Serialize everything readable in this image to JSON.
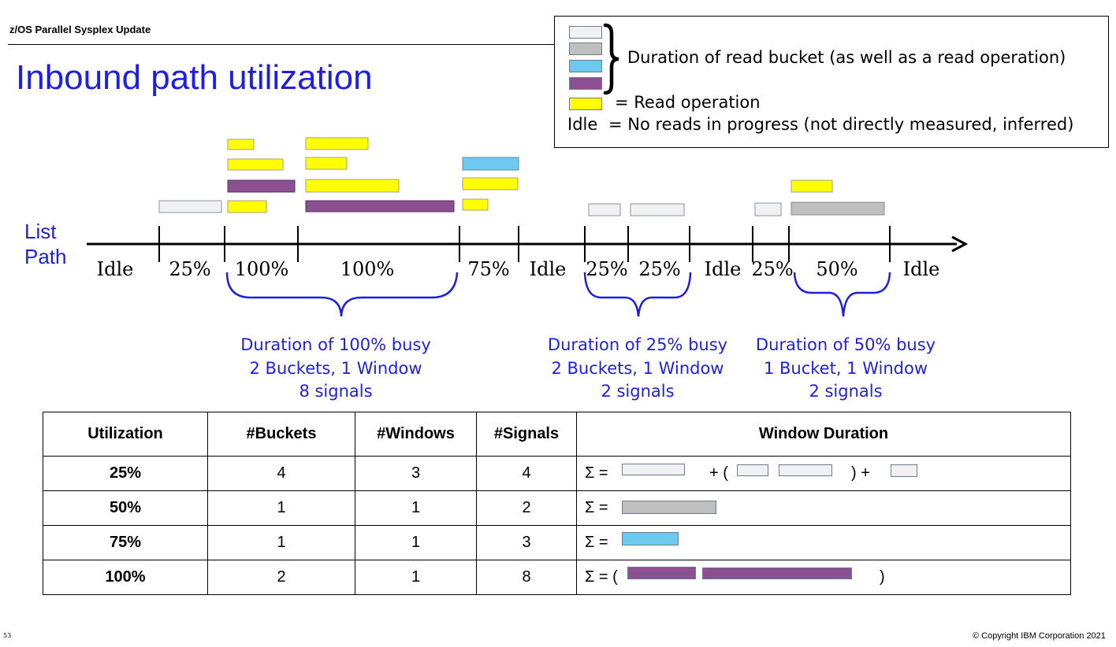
{
  "header": {
    "title": "z/OS Parallel Sysplex Update"
  },
  "slide": {
    "title": "Inbound path utilization"
  },
  "colors": {
    "empty_bucket": "#eff1f3",
    "gray_bucket": "#bfbfbf",
    "blue_bucket": "#6ec9f0",
    "purple_bucket": "#8c4f92",
    "read_operation": "#ffff00",
    "accent_blue": "#1f1fe0"
  },
  "legend": {
    "bucket_text": "Duration of read bucket (as well as a read operation)",
    "read_prefix": "= ",
    "read_text": "Read operation",
    "idle_key": "Idle",
    "idle_text": "= No reads in progress (not directly measured, inferred)"
  },
  "timeline": {
    "axis_label": [
      "List",
      "Path"
    ],
    "segments": [
      "Idle",
      "25%",
      "100%",
      "100%",
      "75%",
      "Idle",
      "25%",
      "25%",
      "Idle",
      "25%",
      "50%",
      "Idle"
    ]
  },
  "busy_groups": [
    {
      "lines": [
        "Duration of 100% busy",
        "2 Buckets, 1 Window",
        "8 signals"
      ]
    },
    {
      "lines": [
        "Duration of 25% busy",
        "2 Buckets, 1 Window",
        "2 signals"
      ]
    },
    {
      "lines": [
        "Duration of 50% busy",
        "1 Bucket, 1 Window",
        "2 signals"
      ]
    }
  ],
  "table": {
    "headers": [
      "Utilization",
      "#Buckets",
      "#Windows",
      "#Signals",
      "Window Duration"
    ],
    "rows": [
      {
        "utilization": "25%",
        "buckets": "4",
        "windows": "3",
        "signals": "4",
        "sum_prefix": "Σ =",
        "plus_open": "+ (",
        "close_plus": ") +",
        "close": ""
      },
      {
        "utilization": "50%",
        "buckets": "1",
        "windows": "1",
        "signals": "2",
        "sum_prefix": "Σ =",
        "plus_open": "",
        "close_plus": "",
        "close": ""
      },
      {
        "utilization": "75%",
        "buckets": "1",
        "windows": "1",
        "signals": "3",
        "sum_prefix": "Σ =",
        "plus_open": "",
        "close_plus": "",
        "close": ""
      },
      {
        "utilization": "100%",
        "buckets": "2",
        "windows": "1",
        "signals": "8",
        "sum_prefix": "Σ = (",
        "plus_open": "",
        "close_plus": "",
        "close": ")"
      }
    ]
  },
  "footer": {
    "page_number": "53",
    "copyright": "© Copyright IBM Corporation 2021"
  }
}
